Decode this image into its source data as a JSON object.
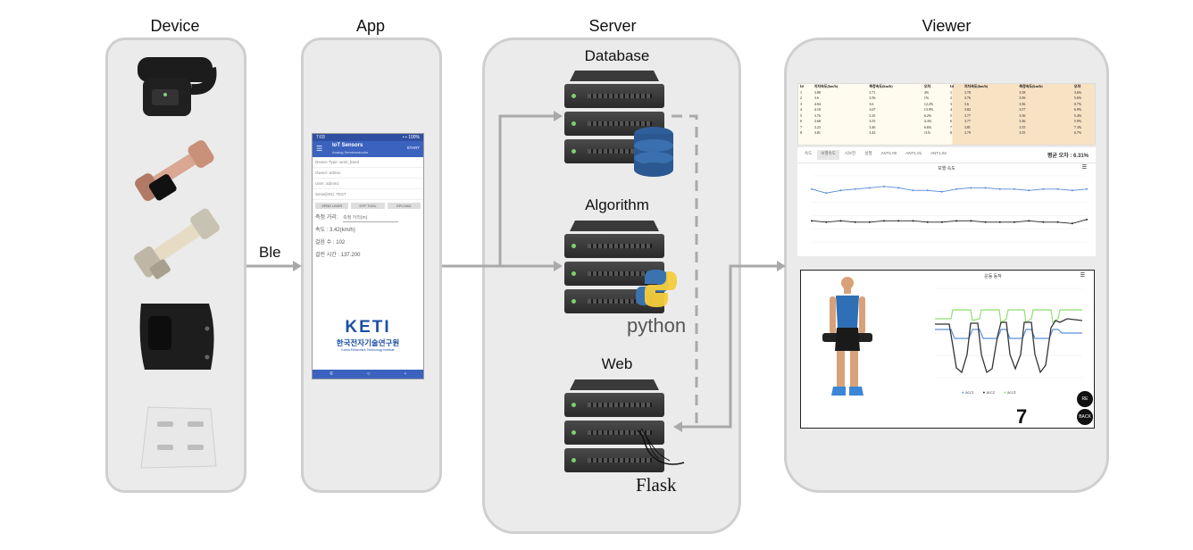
{
  "columns": {
    "device": "Device",
    "app": "App",
    "server": "Server",
    "viewer": "Viewer"
  },
  "connection_label": "Ble",
  "server": {
    "database": "Database",
    "algorithm": "Algorithm",
    "web": "Web",
    "python_label": "python",
    "flask_label": "Flask"
  },
  "app_screen": {
    "status_left": "7:03",
    "status_right": "▪ ▪ 100%",
    "title": "IoT Sensors",
    "subtitle": "Analog Semiconductor",
    "action": "START",
    "rows": [
      "Device Type: wrist_band",
      "Owner: admin",
      "User: admin1",
      "Serial(SN): TEST"
    ],
    "buttons": [
      "SPNE USER",
      "STP TOOL",
      "EPLOAD"
    ],
    "distance_label": "측정 거리:",
    "distance_placeholder": "측정 거리(m)",
    "speed": "속도 : 3.42(km/h)",
    "steps": "걸음 수 : 102",
    "time": "걸린 시간 : 137.200",
    "logo": "KETI",
    "logo_kr": "한국전자기술연구원",
    "logo_en": "Korea Electronics Technology Institute"
  },
  "viewer": {
    "table_headers": [
      "Id",
      "지자속도(km/h)",
      "측정속도(km/h)",
      "오차",
      "Id",
      "지자속도(km/h)",
      "측정속도(km/h)",
      "오차"
    ],
    "table_rows": [
      [
        "1",
        "3.88",
        "3.71",
        "4%",
        "1",
        "3.78",
        "3.58",
        "3.6%"
      ],
      [
        "2",
        "3.6",
        "3.56",
        "1%",
        "2",
        "3.76",
        "3.56",
        "5.6%"
      ],
      [
        "3",
        "4.04",
        "3.6",
        "12.2%",
        "3",
        "3.6",
        "3.56",
        "0.7%"
      ],
      [
        "4",
        "4.18",
        "3.67",
        "13.9%",
        "4",
        "3.82",
        "3.57",
        "6.9%"
      ],
      [
        "5",
        "3.76",
        "3.35",
        "6.2%",
        "5",
        "3.77",
        "3.56",
        "5.4%"
      ],
      [
        "6",
        "3.68",
        "3.55",
        "4.3%",
        "6",
        "3.77",
        "3.56",
        "5.9%"
      ],
      [
        "7",
        "3.23",
        "3.46",
        "6.6%",
        "7",
        "3.81",
        "3.55",
        "7.3%"
      ],
      [
        "8",
        "3.81",
        "3.43",
        "11%",
        "8",
        "3.79",
        "3.55",
        "6.7%"
      ]
    ],
    "tabs": [
      "속도",
      "보행속도",
      "시보전",
      "실행",
      "ANT1.00",
      "ANT1.01",
      "ANT1.02"
    ],
    "avg_error": "평균 오차 : 6.31%",
    "chart1_title": "보행 속도",
    "chart2_title": "운동 동작",
    "legend": [
      "acc1",
      "acc2",
      "acc3"
    ],
    "rep_count": "7",
    "btn_re": "RE",
    "btn_back": "BACK"
  },
  "chart_data": [
    {
      "type": "line",
      "title": "보행 속도",
      "ylim": [
        0.4,
        0.9
      ],
      "x": [
        1,
        2,
        3,
        4,
        5,
        6,
        7,
        8,
        9,
        10,
        11,
        12,
        13,
        14,
        15,
        16,
        17,
        18,
        19,
        20
      ],
      "series": [
        {
          "values": [
            0.8,
            0.77,
            0.79,
            0.8,
            0.81,
            0.82,
            0.81,
            0.79,
            0.79,
            0.78,
            0.8,
            0.81,
            0.81,
            0.8,
            0.8,
            0.79,
            0.8,
            0.8,
            0.79,
            0.8
          ],
          "color": "#5b8fd6"
        },
        {
          "values": [
            0.56,
            0.55,
            0.56,
            0.55,
            0.55,
            0.56,
            0.56,
            0.56,
            0.55,
            0.55,
            0.56,
            0.56,
            0.55,
            0.55,
            0.55,
            0.56,
            0.55,
            0.55,
            0.54,
            0.57
          ],
          "color": "#222222"
        }
      ]
    }
  ],
  "colors": {
    "panel_bg": "#ebebeb",
    "arrow": "#a9a9a9",
    "acc1": "#5b8fd6",
    "acc2": "#333333",
    "acc3": "#90e070"
  }
}
